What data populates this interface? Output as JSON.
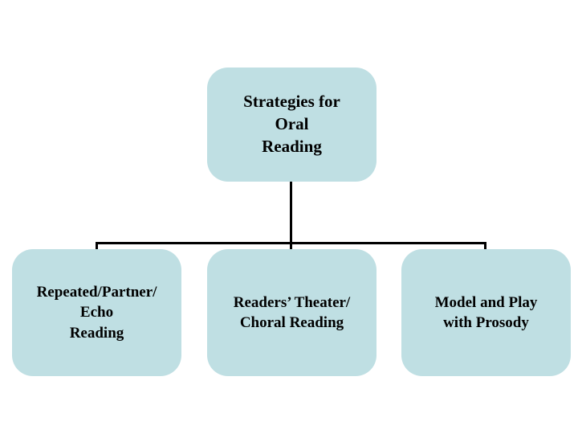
{
  "diagram": {
    "type": "hierarchy",
    "colors": {
      "node_fill": "#bfdfe3",
      "connector": "#000000",
      "text": "#000000",
      "background": "#ffffff"
    },
    "root": {
      "label": "Strategies for\nOral\nReading"
    },
    "children": [
      {
        "label": "Repeated/Partner/\nEcho\nReading"
      },
      {
        "label": "Readers’ Theater/\nChoral Reading"
      },
      {
        "label": "Model and Play\nwith Prosody"
      }
    ]
  }
}
